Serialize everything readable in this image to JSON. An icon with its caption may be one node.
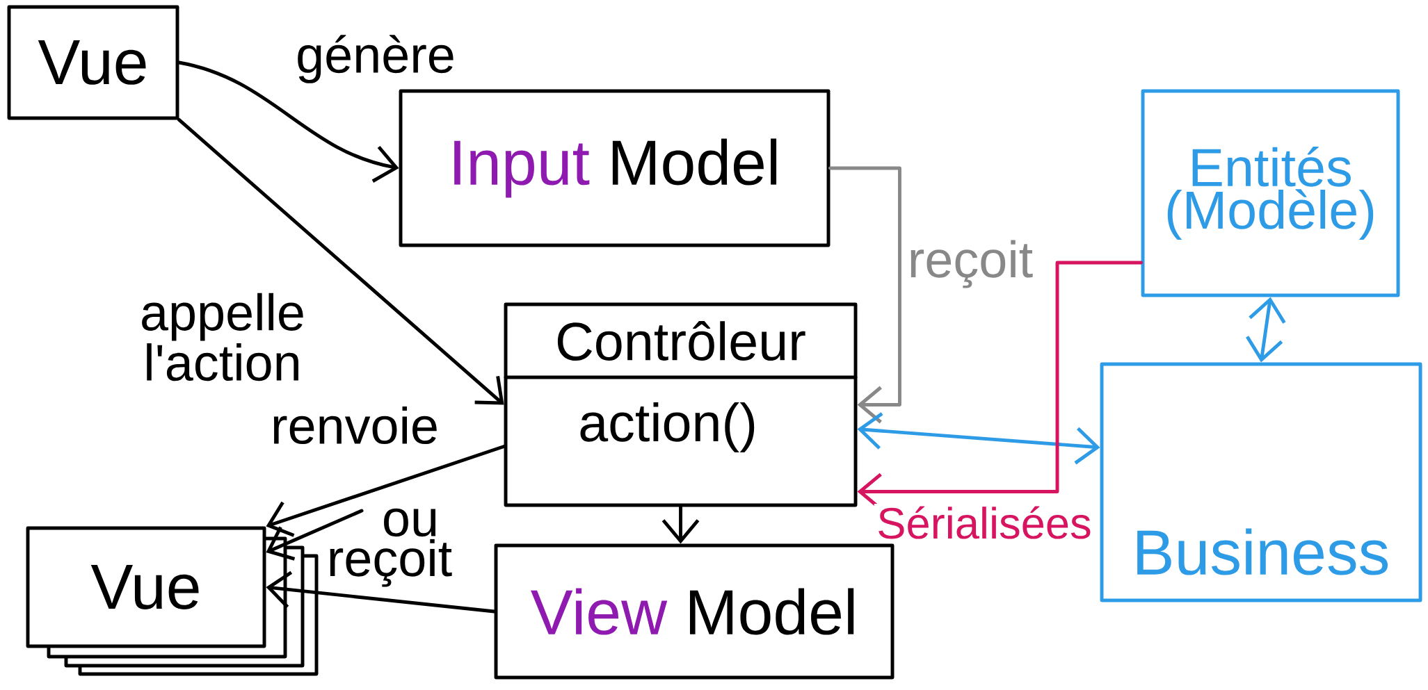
{
  "diagram": {
    "nodes": [
      {
        "text": [
          "Vue"
        ]
      },
      {
        "text": [
          "Input",
          "Model"
        ]
      },
      {
        "text": [
          "Contrôleur",
          "action()"
        ]
      },
      {
        "text": [
          "Entités (Modèle)"
        ]
      },
      {
        "text": [
          "Business"
        ]
      },
      {
        "text": [
          "Vue"
        ]
      },
      {
        "text": [
          "View",
          "Model"
        ]
      }
    ],
    "edges": [
      {
        "from": 0,
        "to": 1,
        "arrow": "to",
        "label": "génère"
      },
      {
        "from": 0,
        "to": 2,
        "arrow": "to",
        "label": "appelle l'action"
      },
      {
        "from": 1,
        "to": 2,
        "arrow": "to",
        "label": "reçoit",
        "color": "#888888"
      },
      {
        "from": 2,
        "to": 4,
        "arrow": "both",
        "color": "#2e9be6"
      },
      {
        "from": 3,
        "to": 2,
        "arrow": "to",
        "label": "Sérialisées",
        "color": "#d6145f"
      },
      {
        "from": 3,
        "to": 4,
        "arrow": "both",
        "color": "#2e9be6"
      },
      {
        "from": 2,
        "to": 5,
        "arrow": "to",
        "label": "renvoie"
      },
      {
        "from": 2,
        "to": 6,
        "arrow": "to"
      },
      {
        "from": 6,
        "to": 5,
        "arrow": "to",
        "label": "reçoit"
      },
      {
        "from": null,
        "to": 5,
        "arrow": "to",
        "label": "ou"
      }
    ]
  }
}
